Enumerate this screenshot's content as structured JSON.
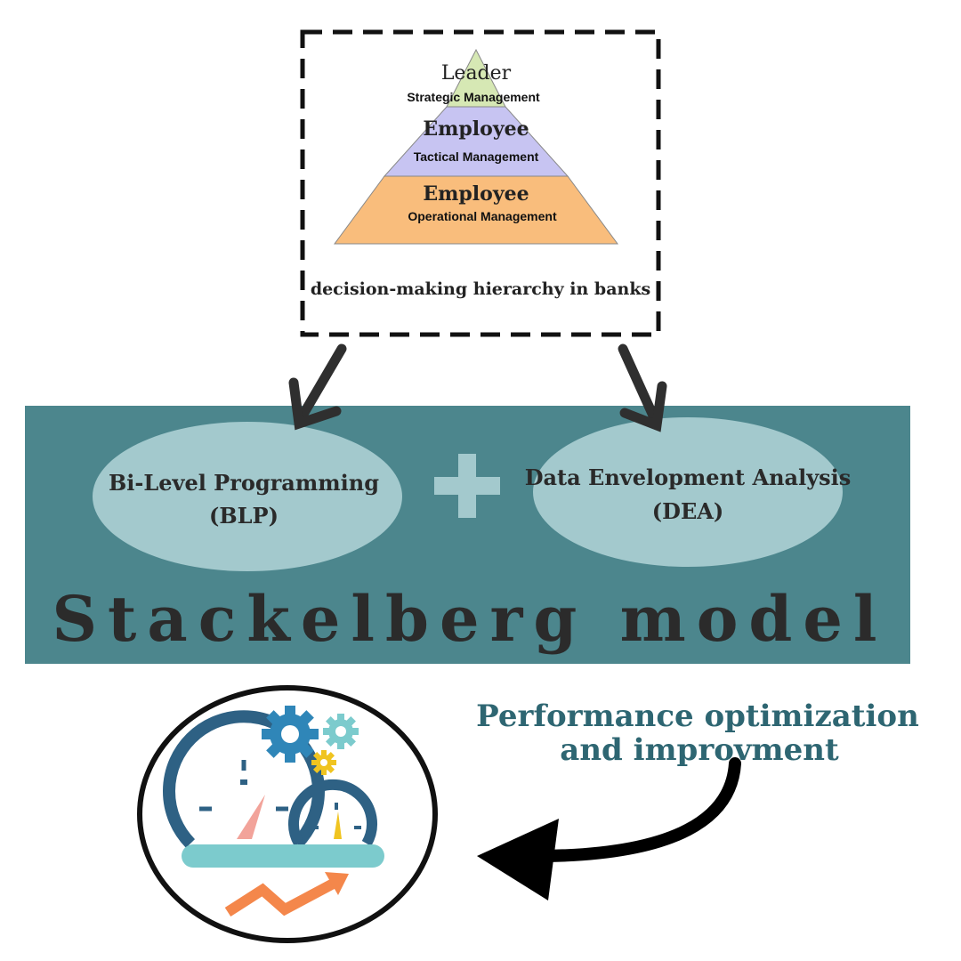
{
  "pyramid": {
    "tiers": [
      {
        "title": "Leader",
        "subtitle": "Strategic Management",
        "color": "#d6e8b4"
      },
      {
        "title": "Employee",
        "subtitle": "Tactical Management",
        "color": "#c7c4f2"
      },
      {
        "title": "Employee",
        "subtitle": "Operational Management",
        "color": "#f9bd7c"
      }
    ],
    "caption": "decision-making hierarchy in banks"
  },
  "model": {
    "band_color": "#4c868d",
    "ellipse_color": "#a3c9cd",
    "left": {
      "line1": "Bi-Level Programming",
      "line2": "(BLP)"
    },
    "plus": "+",
    "right": {
      "line1": "Data Envelopment Analysis",
      "line2": "(DEA)"
    },
    "title": "Stackelberg model"
  },
  "outcome": {
    "line1": "Performance optimization",
    "line2": "and improvment",
    "text_color": "#2e6672"
  },
  "icons": [
    "gear-icon",
    "gauge-icon",
    "trend-arrow-icon"
  ]
}
